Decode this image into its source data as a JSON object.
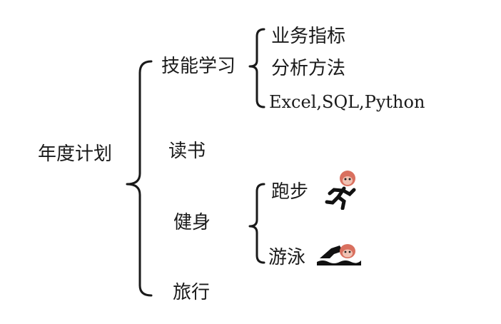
{
  "root": {
    "label": "年度计划"
  },
  "branches": [
    {
      "label": "技能学习",
      "children": [
        "业务指标",
        "分析方法",
        "Excel,SQL,Python"
      ]
    },
    {
      "label": "读书"
    },
    {
      "label": "健身",
      "children": [
        "跑步",
        "游泳"
      ]
    },
    {
      "label": "旅行"
    }
  ],
  "icons": [
    "runner-icon",
    "swimmer-icon"
  ]
}
